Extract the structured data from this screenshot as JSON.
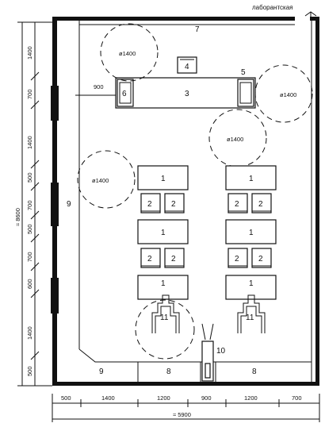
{
  "title": "лаборантская",
  "labels": {
    "tables": "1",
    "chairs": "2",
    "demo_table": "3",
    "cabinet": "4",
    "sink_right": "5",
    "sink_left": "6",
    "top_wall": "7",
    "bottom_bench": "8",
    "left_wall": "9",
    "door": "10",
    "stools": "11"
  },
  "circle_label": "ø1400",
  "dimensions": {
    "bottom": [
      "500",
      "1400",
      "1200",
      "900",
      "1200",
      "700"
    ],
    "bottom_total": "≈ 5900",
    "left_total": "≈ 8600",
    "left": [
      "1400",
      "700",
      "1400",
      "500",
      "700",
      "500",
      "700",
      "600",
      "1400",
      "500"
    ],
    "opening": "900"
  }
}
